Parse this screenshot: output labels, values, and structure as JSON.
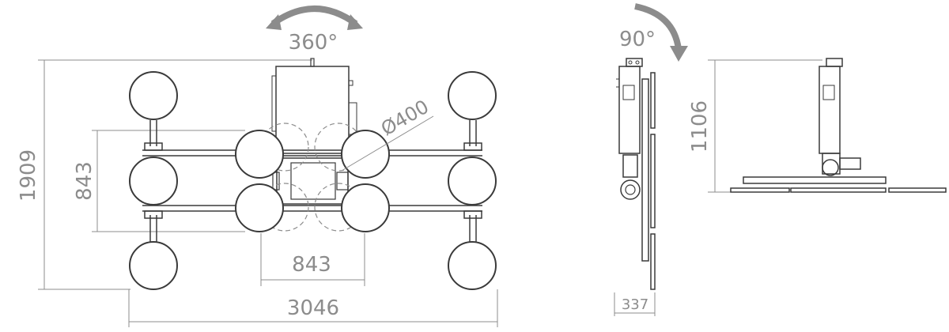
{
  "rotation_top": {
    "label": "360°",
    "color": "#8c8c8c"
  },
  "rotation_side": {
    "label": "90°",
    "color": "#8c8c8c"
  },
  "dimensions": {
    "overall_height": "1909",
    "inner_height": "843",
    "inner_width": "843",
    "overall_width": "3046",
    "cup_diameter": "Ø400",
    "side_depth": "337",
    "side_height": "1106"
  },
  "colors": {
    "line": "#3a3a3a",
    "dimension": "#8c8c8c"
  }
}
